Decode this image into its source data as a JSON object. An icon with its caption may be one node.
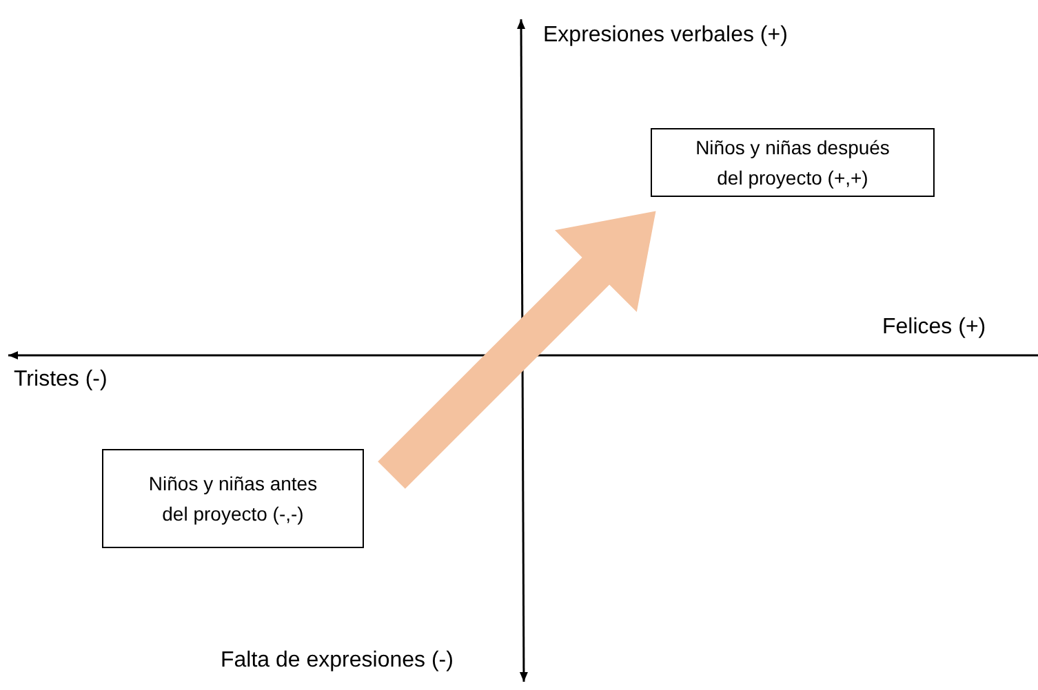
{
  "diagram": {
    "nodes": [
      {
        "text": [
          "Niños y niñas antes del proyecto (-,-)"
        ]
      },
      {
        "text": [
          "Niños y niñas después del proyecto (+,+)"
        ]
      }
    ],
    "edges": [
      {
        "from": 0,
        "to": 1,
        "arrow": "to",
        "color": "#f4c29f"
      }
    ],
    "labels": [
      "Expresiones verbales (+)",
      "Felices (+)",
      "Tristes (-)",
      "Falta de expresiones (-)"
    ]
  }
}
